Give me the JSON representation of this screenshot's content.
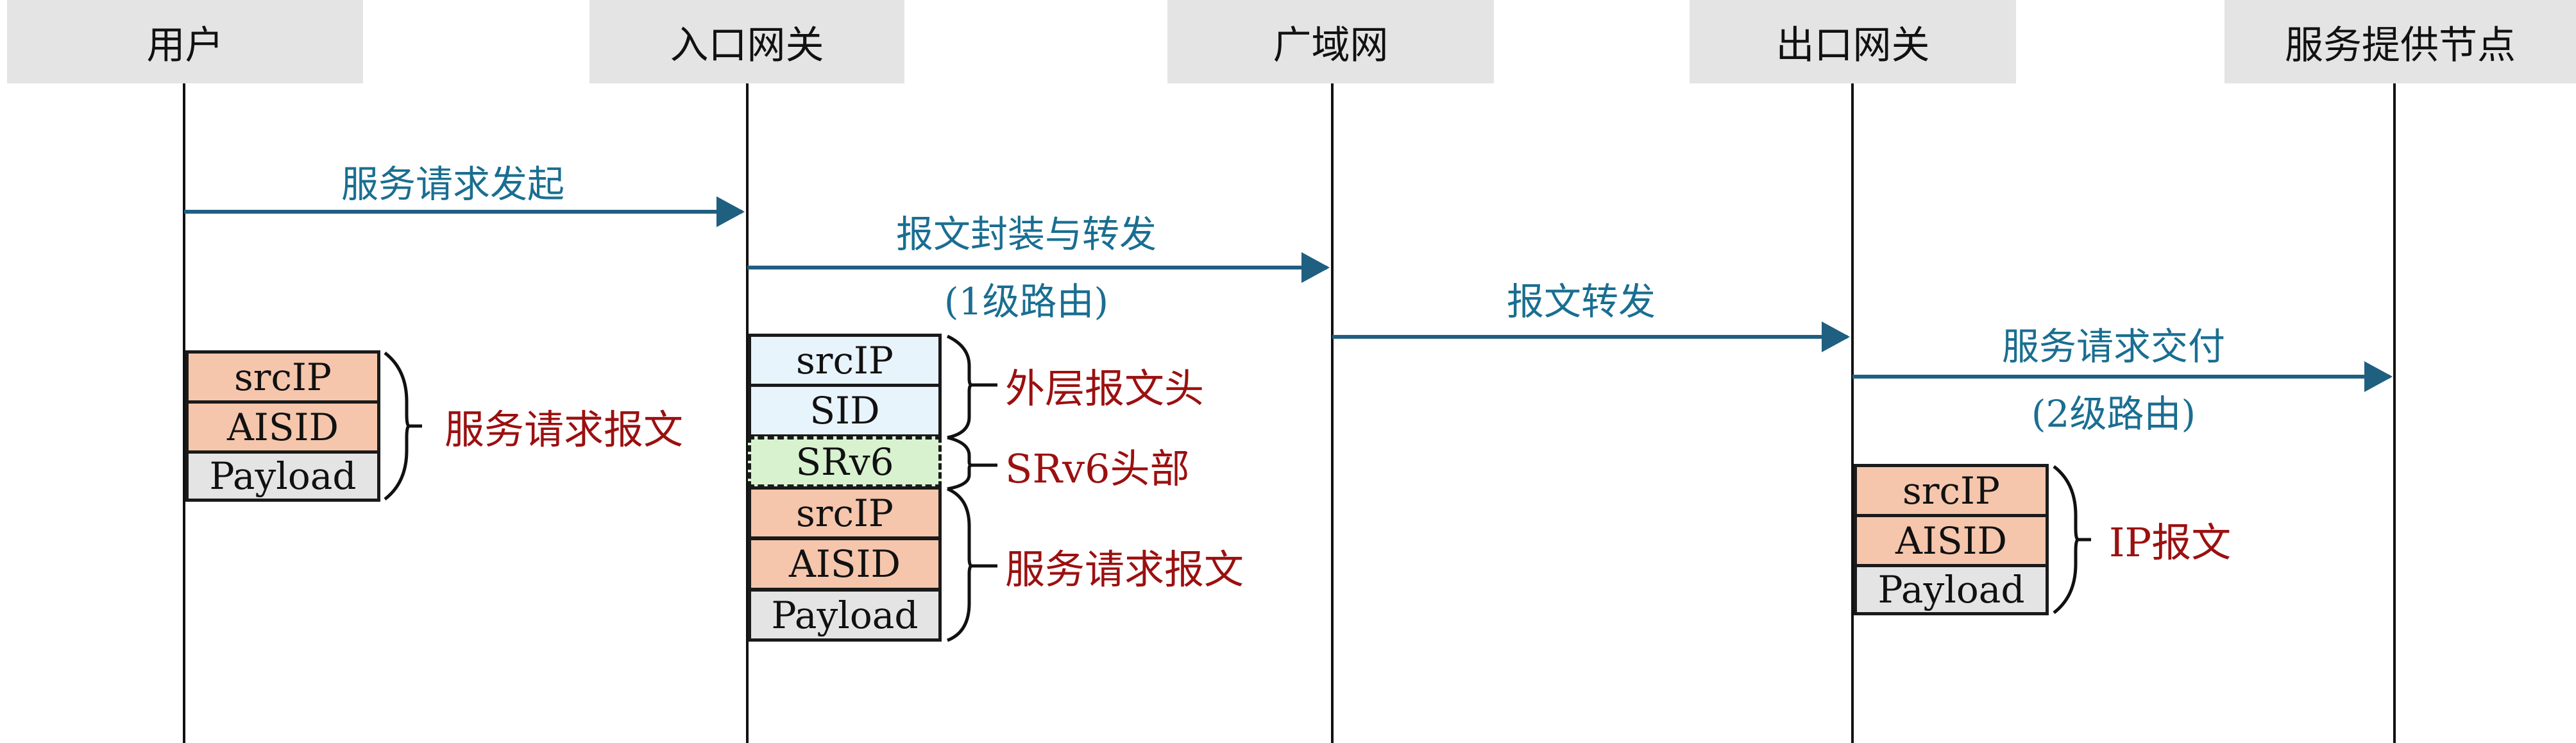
{
  "actors": [
    {
      "label": "用户"
    },
    {
      "label": "入口网关"
    },
    {
      "label": "广域网"
    },
    {
      "label": "出口网关"
    },
    {
      "label": "服务提供节点"
    }
  ],
  "messages": [
    {
      "label": "服务请求发起",
      "sublabel": ""
    },
    {
      "label": "报文封装与转发",
      "sublabel": "(1级路由)"
    },
    {
      "label": "报文转发",
      "sublabel": ""
    },
    {
      "label": "服务请求交付",
      "sublabel": "(2级路由)"
    }
  ],
  "packets": {
    "user": {
      "fields": [
        "srcIP",
        "AISID",
        "Payload"
      ],
      "brace_label": "服务请求报文"
    },
    "ingress": {
      "fields": [
        "srcIP",
        "SID",
        "SRv6",
        "srcIP",
        "AISID",
        "Payload"
      ],
      "brace_labels": [
        "外层报文头",
        "SRv6头部",
        "服务请求报文"
      ]
    },
    "egress": {
      "fields": [
        "srcIP",
        "AISID",
        "Payload"
      ],
      "brace_label": "IP报文"
    }
  },
  "colors": {
    "message": "#1a6e91",
    "arrow": "#1f5f80",
    "brace_label": "#9b1010",
    "field_salmon": "#f5c6ac",
    "field_gray": "#e4e4e4",
    "field_blue": "#e8f4fb",
    "field_green": "#d8f2d0"
  }
}
